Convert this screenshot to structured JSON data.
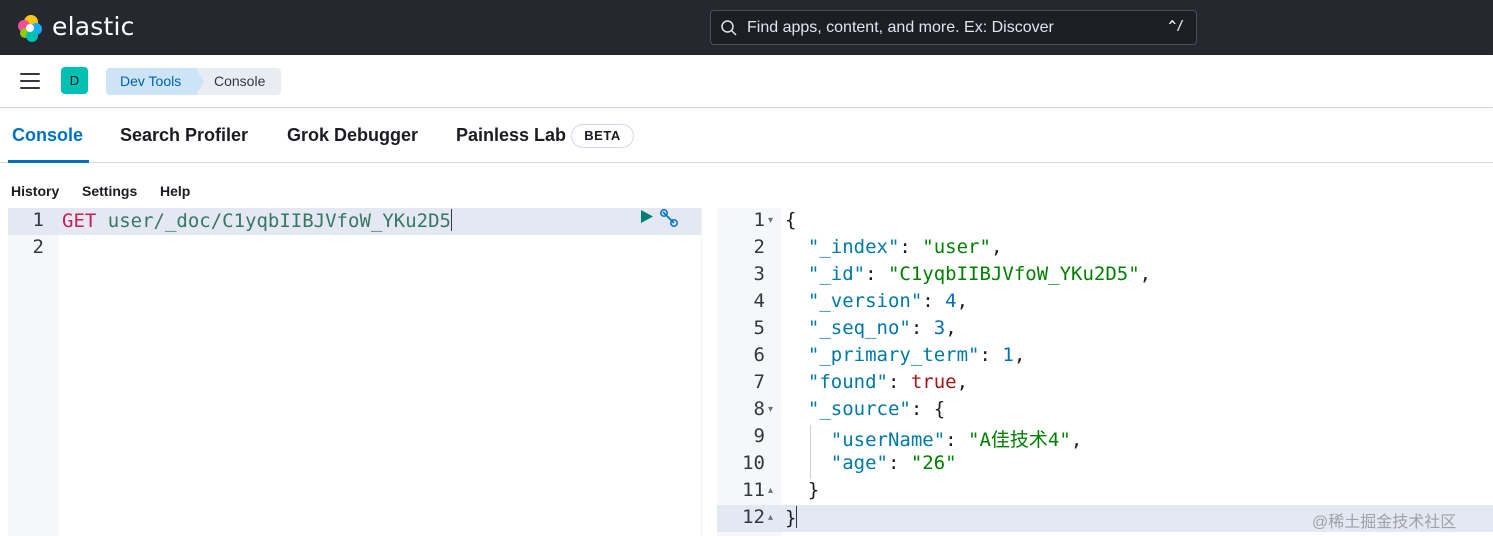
{
  "topbar": {
    "brand": "elastic",
    "search_placeholder": "Find apps, content, and more. Ex: Discover",
    "shortcut": "^/"
  },
  "header": {
    "space_initial": "D",
    "breadcrumbs": [
      "Dev Tools",
      "Console"
    ]
  },
  "tabs": [
    {
      "label": "Console",
      "active": true
    },
    {
      "label": "Search Profiler"
    },
    {
      "label": "Grok Debugger"
    },
    {
      "label": "Painless Lab",
      "badge": "BETA"
    }
  ],
  "menu": [
    "History",
    "Settings",
    "Help"
  ],
  "request_editor": {
    "line_numbers": [
      "1",
      "2"
    ],
    "method": "GET",
    "path": "user/_doc/C1yqbIIBJVfoW_YKu2D5"
  },
  "response": {
    "line_numbers": [
      "1",
      "2",
      "3",
      "4",
      "5",
      "6",
      "7",
      "8",
      "9",
      "10",
      "11",
      "12"
    ],
    "lines": [
      [
        {
          "t": "p",
          "v": "{"
        }
      ],
      [
        {
          "t": "p",
          "v": "  "
        },
        {
          "t": "k",
          "v": "\"_index\""
        },
        {
          "t": "p",
          "v": ": "
        },
        {
          "t": "s",
          "v": "\"user\""
        },
        {
          "t": "p",
          "v": ","
        }
      ],
      [
        {
          "t": "p",
          "v": "  "
        },
        {
          "t": "k",
          "v": "\"_id\""
        },
        {
          "t": "p",
          "v": ": "
        },
        {
          "t": "s",
          "v": "\"C1yqbIIBJVfoW_YKu2D5\""
        },
        {
          "t": "p",
          "v": ","
        }
      ],
      [
        {
          "t": "p",
          "v": "  "
        },
        {
          "t": "k",
          "v": "\"_version\""
        },
        {
          "t": "p",
          "v": ": "
        },
        {
          "t": "n",
          "v": "4"
        },
        {
          "t": "p",
          "v": ","
        }
      ],
      [
        {
          "t": "p",
          "v": "  "
        },
        {
          "t": "k",
          "v": "\"_seq_no\""
        },
        {
          "t": "p",
          "v": ": "
        },
        {
          "t": "n",
          "v": "3"
        },
        {
          "t": "p",
          "v": ","
        }
      ],
      [
        {
          "t": "p",
          "v": "  "
        },
        {
          "t": "k",
          "v": "\"_primary_term\""
        },
        {
          "t": "p",
          "v": ": "
        },
        {
          "t": "n",
          "v": "1"
        },
        {
          "t": "p",
          "v": ","
        }
      ],
      [
        {
          "t": "p",
          "v": "  "
        },
        {
          "t": "k",
          "v": "\"found\""
        },
        {
          "t": "p",
          "v": ": "
        },
        {
          "t": "b",
          "v": "true"
        },
        {
          "t": "p",
          "v": ","
        }
      ],
      [
        {
          "t": "p",
          "v": "  "
        },
        {
          "t": "k",
          "v": "\"_source\""
        },
        {
          "t": "p",
          "v": ": {"
        }
      ],
      [
        {
          "t": "p",
          "v": "    "
        },
        {
          "t": "k",
          "v": "\"userName\""
        },
        {
          "t": "p",
          "v": ": "
        },
        {
          "t": "s",
          "v": "\"A佳技术4\""
        },
        {
          "t": "p",
          "v": ","
        }
      ],
      [
        {
          "t": "p",
          "v": "    "
        },
        {
          "t": "k",
          "v": "\"age\""
        },
        {
          "t": "p",
          "v": ": "
        },
        {
          "t": "s",
          "v": "\"26\""
        }
      ],
      [
        {
          "t": "p",
          "v": "  }"
        }
      ],
      [
        {
          "t": "p",
          "v": "}"
        }
      ]
    ]
  },
  "watermark": "@稀土掘金技术社区",
  "colors": {
    "topbar_bg": "#25282f",
    "accent": "#0071c2",
    "space_avatar": "#00bfb3",
    "method": "#c61e57",
    "key": "#0079a5",
    "string": "#008000"
  }
}
